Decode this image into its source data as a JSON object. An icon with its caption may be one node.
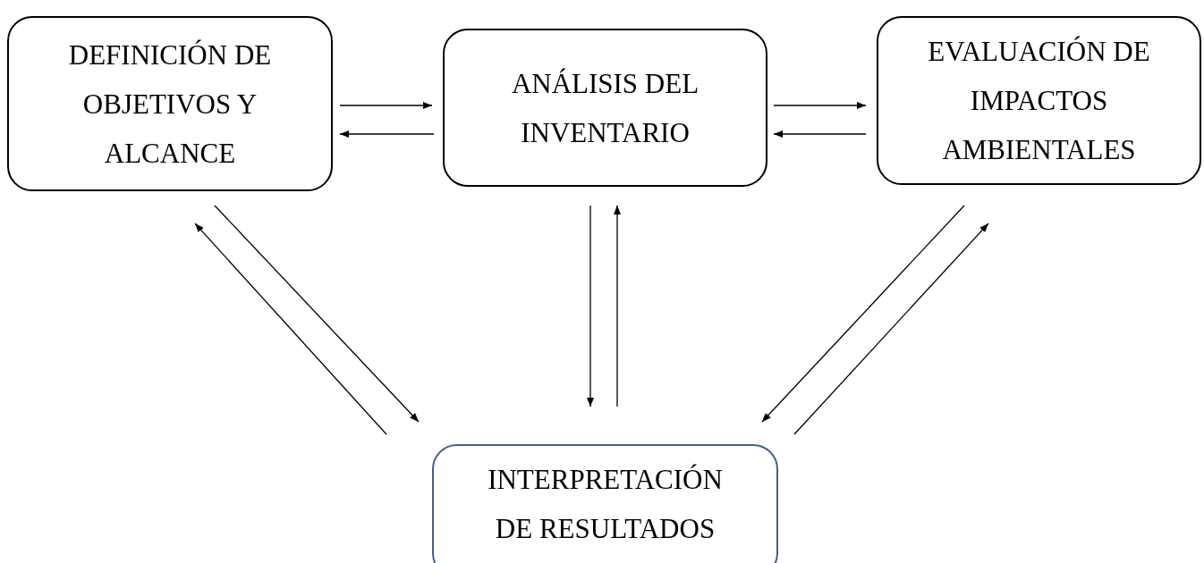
{
  "diagram": {
    "nodes": [
      {
        "text": [
          "DEFINICIÓN DE OBJETIVOS Y ALCANCE"
        ]
      },
      {
        "text": [
          "ANÁLISIS DEL INVENTARIO"
        ]
      },
      {
        "text": [
          "EVALUACIÓN DE IMPACTOS AMBIENTALES"
        ]
      },
      {
        "text": [
          "INTERPRETACIÓN DE RESULTADOS"
        ]
      }
    ],
    "edges": [
      {
        "from": 0,
        "to": 1,
        "arrow": "to"
      },
      {
        "from": 1,
        "to": 0,
        "arrow": "to"
      },
      {
        "from": 1,
        "to": 2,
        "arrow": "to"
      },
      {
        "from": 2,
        "to": 1,
        "arrow": "to"
      },
      {
        "from": 0,
        "to": 3,
        "arrow": "to"
      },
      {
        "from": 3,
        "to": 0,
        "arrow": "to"
      },
      {
        "from": 1,
        "to": 3,
        "arrow": "to"
      },
      {
        "from": 3,
        "to": 1,
        "arrow": "to"
      },
      {
        "from": 2,
        "to": 3,
        "arrow": "to"
      },
      {
        "from": 3,
        "to": 2,
        "arrow": "to"
      }
    ]
  }
}
